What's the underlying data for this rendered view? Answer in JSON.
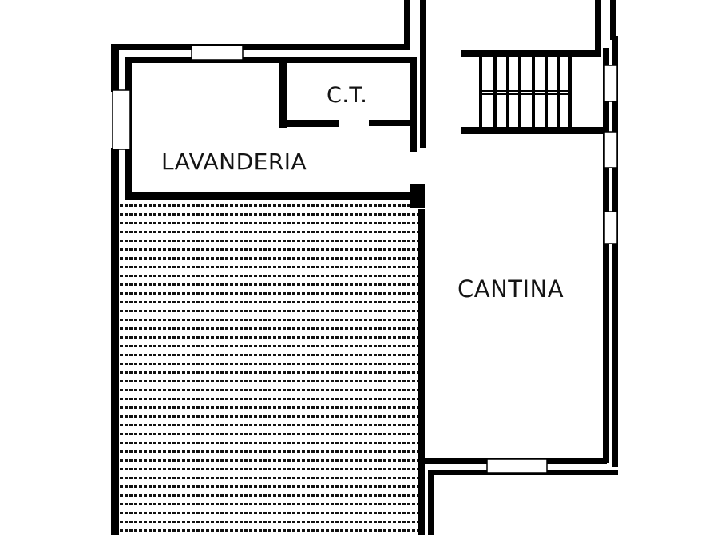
{
  "plan": {
    "type": "floor plan",
    "rooms": [
      {
        "id": "ct",
        "label": "C.T."
      },
      {
        "id": "lavanderia",
        "label": "LAVANDERIA"
      },
      {
        "id": "cantina",
        "label": "CANTINA"
      }
    ],
    "elements": [
      "stair",
      "windows",
      "hatched-area"
    ],
    "colors": {
      "wall": "#000000",
      "background": "#ffffff"
    }
  }
}
